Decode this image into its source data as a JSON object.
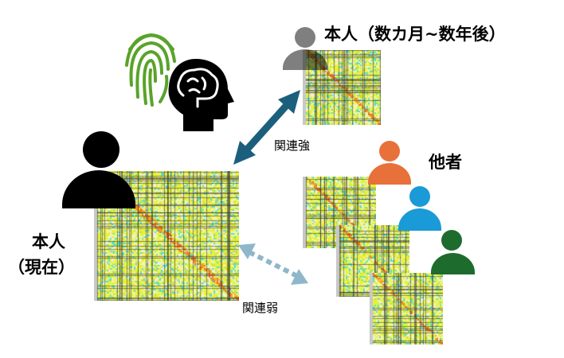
{
  "labels": {
    "self_future": "本人（数カ月~数年後）",
    "strong": "関連強",
    "others": "他者",
    "self_now_line1": "本人",
    "self_now_line2": "（現在）",
    "weak": "関連弱"
  },
  "colors": {
    "strong_arrow": "#1b5f7d",
    "weak_arrow": "#8fb7c9",
    "fingerprint": "#5aa32a",
    "person_self": "#000000",
    "person_future": "#7f7f7f",
    "person_other1": "#e8703a",
    "person_other2": "#1a9ad6",
    "person_other3": "#1e6b2e"
  }
}
